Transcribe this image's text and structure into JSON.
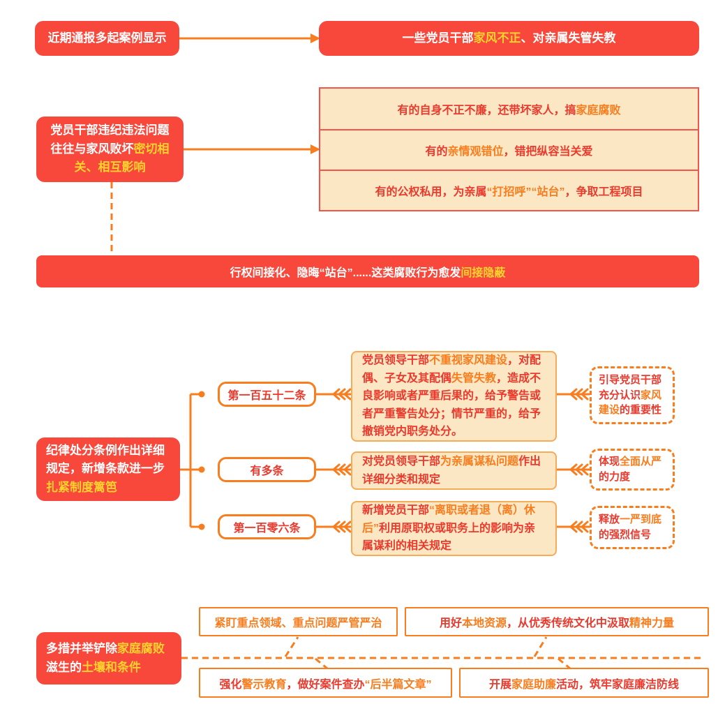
{
  "colors": {
    "red_box_bg": "#f8473b",
    "yellow_highlight": "#ffd22e",
    "orange_accent": "#f87d1e",
    "red_text": "#e93a2d",
    "cream_bg": "#fbe7c3"
  },
  "s1": {
    "left": "近期通报多起案例显示",
    "right_w1": "一些党员干部",
    "right_y1": "家风不正",
    "right_w2": "、对亲属失管失教"
  },
  "s2": {
    "left_w1": "党员干部违纪违法问题往往与家风败坏",
    "left_y1": "密切相关、相互影响",
    "rows": [
      {
        "a": "有的自身不正不廉，还带坏家人，搞",
        "b": "家庭腐败",
        "c": ""
      },
      {
        "a": "有的",
        "b": "亲情观错位",
        "c": "，错把纵容当关爱"
      },
      {
        "a": "有的公权私用，为亲属",
        "b": "“打招呼”“站台”",
        "c": "，争取工程项目"
      }
    ]
  },
  "s3": {
    "bar_w1": "行权间接化、隐晦“站台”......这类腐败行为愈发",
    "bar_y1": "间接隐蔽"
  },
  "s4": {
    "left_w1": "纪律处分条例作出详细规定，新增条款进一步",
    "left_y1": "扎紧制度篱笆",
    "items": [
      {
        "label": "第一百五十二条",
        "d_a": "党员领导干部",
        "d_b": "不重视家风建设",
        "d_c": "，对配偶、子女及其配偶",
        "d_d": "失管失教",
        "d_e": "，造成不良影响或者严重后果的，给予警告或者严重警告处分；情节严重的，给予撤销党内职务处分。",
        "n_a": "引导党员干部充分认识",
        "n_b": "家风建设",
        "n_c": "的重要性"
      },
      {
        "label": "有多条",
        "d_a": "对党员领导干部",
        "d_b": "为亲属谋私问题",
        "d_c": "作出详细分类和规定",
        "d_d": "",
        "d_e": "",
        "n_a": "体现",
        "n_b": "全面从严",
        "n_c": "的力度"
      },
      {
        "label": "第一百零六条",
        "d_a": "新增党员干部",
        "d_b": "“离职或者退（离）休后”",
        "d_c": "利用原职权或职务上的影响为亲属谋利的相关规定",
        "d_d": "",
        "d_e": "",
        "n_a": "释放",
        "n_b": "一严到底",
        "n_c": "的强烈信号"
      }
    ]
  },
  "s5": {
    "left_w1": "多措并举铲除",
    "left_y1": "家庭腐败",
    "left_w2": "滋生的",
    "left_y2": "土壤和条件",
    "boxes": [
      {
        "a": "",
        "b": "紧盯重点领域、重点问题严管严治",
        "c": "",
        "d": "",
        "e": ""
      },
      {
        "a": "用好",
        "b": "本地资源",
        "c": "，从优秀传统文化中汲取",
        "d": "精神力量",
        "e": ""
      },
      {
        "a": "强化",
        "b": "警示教育",
        "c": "，做好案件查办",
        "d": "“后半篇文章”",
        "e": ""
      },
      {
        "a": "开展",
        "b": "家庭助廉",
        "c": "活动，筑牢家庭廉洁防线",
        "d": "",
        "e": ""
      }
    ]
  }
}
